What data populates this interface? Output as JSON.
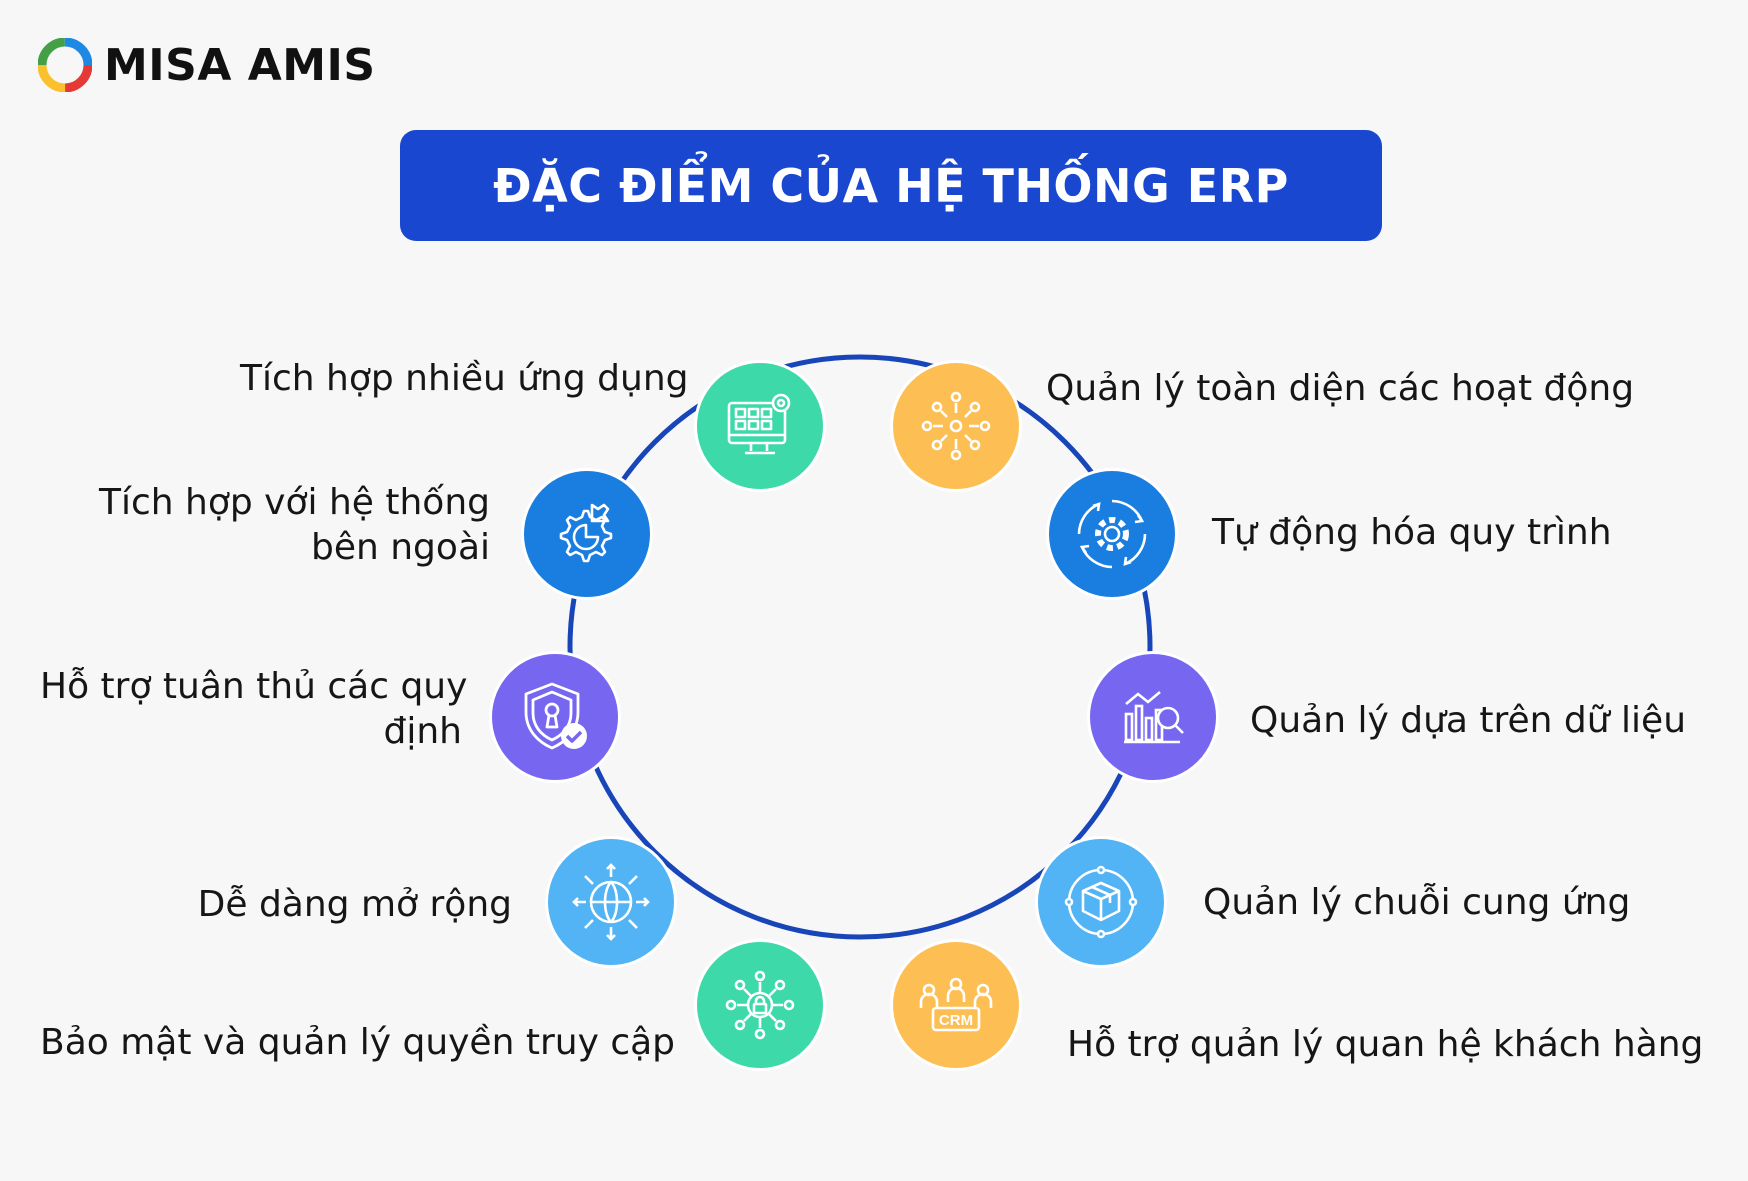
{
  "brand": {
    "name": "MISA AMIS"
  },
  "title": "ĐẶC ĐIỂM CỦA HỆ THỐNG ERP",
  "colors": {
    "banner": "#1a47cf",
    "ring": "#1846b8",
    "teal": "#3ed9a9",
    "orange": "#fdbf54",
    "blue": "#1a7ee0",
    "purple": "#7766f0",
    "sky": "#52b4f5"
  },
  "features": [
    {
      "id": "integrate-apps",
      "label": "Tích hợp nhiều ứng dụng",
      "icon": "monitor-grid-gear-icon",
      "color": "#3ed9a9"
    },
    {
      "id": "manage-all-operations",
      "label": "Quản lý toàn diện các hoạt động",
      "icon": "network-nodes-icon",
      "color": "#fdbf54"
    },
    {
      "id": "process-automation",
      "label": "Tự động hóa quy trình",
      "icon": "gear-cycle-icon",
      "color": "#1a7ee0"
    },
    {
      "id": "data-driven",
      "label": "Quản lý dựa trên dữ liệu",
      "icon": "chart-magnifier-icon",
      "color": "#7766f0"
    },
    {
      "id": "supply-chain",
      "label": "Quản lý chuỗi cung ứng",
      "icon": "box-orbit-icon",
      "color": "#52b4f5"
    },
    {
      "id": "crm",
      "label": "Hỗ trợ quản lý quan hệ khách hàng",
      "icon": "crm-people-icon",
      "color": "#fdbf54"
    },
    {
      "id": "security-access",
      "label": "Bảo mật và quản lý quyền truy cập",
      "icon": "lock-network-icon",
      "color": "#3ed9a9"
    },
    {
      "id": "scalability",
      "label": "Dễ dàng mở rộng",
      "icon": "globe-arrows-icon",
      "color": "#52b4f5"
    },
    {
      "id": "compliance",
      "label": "Hỗ trợ tuân thủ các quy định",
      "label_lines": [
        "Hỗ trợ tuân thủ các quy",
        "định"
      ],
      "icon": "shield-check-icon",
      "color": "#7766f0"
    },
    {
      "id": "external-integration",
      "label": "Tích hợp với hệ thống bên ngoài",
      "label_lines": [
        "Tích hợp với hệ thống",
        "bên ngoài"
      ],
      "icon": "gears-connect-icon",
      "color": "#1a7ee0"
    }
  ]
}
